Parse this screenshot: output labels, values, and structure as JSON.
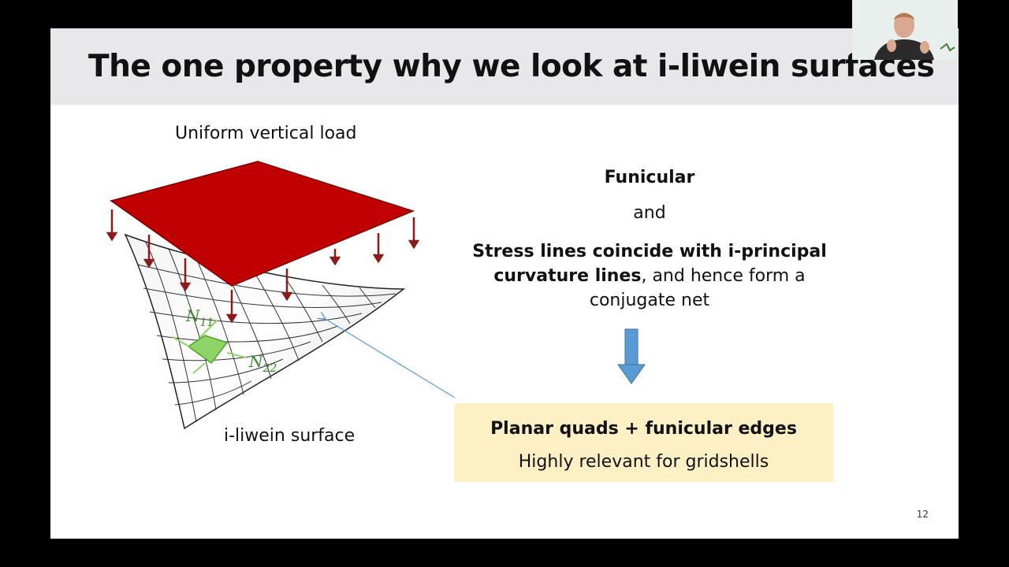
{
  "slide": {
    "title": "The one property why we look at i-liwein surfaces",
    "page_number": "12"
  },
  "figure": {
    "top_label": "Uniform vertical load",
    "bottom_label": "i-liwein surface",
    "force_label_1": "N",
    "force_label_1_sub": "11",
    "force_label_2": "N",
    "force_label_2_sub": "22"
  },
  "properties": {
    "funicular": "Funicular",
    "and": "and",
    "stress_bold_1": "Stress lines coincide with i-principal",
    "stress_bold_2": "curvature lines",
    "stress_rest": ", and hence form a",
    "stress_line3": "conjugate net"
  },
  "summary": {
    "title": "Planar quads + funicular edges",
    "subtitle": "Highly relevant for gridshells"
  },
  "colors": {
    "title_bar": "#e8e8ea",
    "load_plane": "#c00000",
    "load_arrows": "#8b1a1a",
    "element": "#8fd468",
    "down_arrow": "#5b9bd5",
    "summary_box": "#fdf0c4",
    "pointer_line": "#5b9bd5"
  }
}
